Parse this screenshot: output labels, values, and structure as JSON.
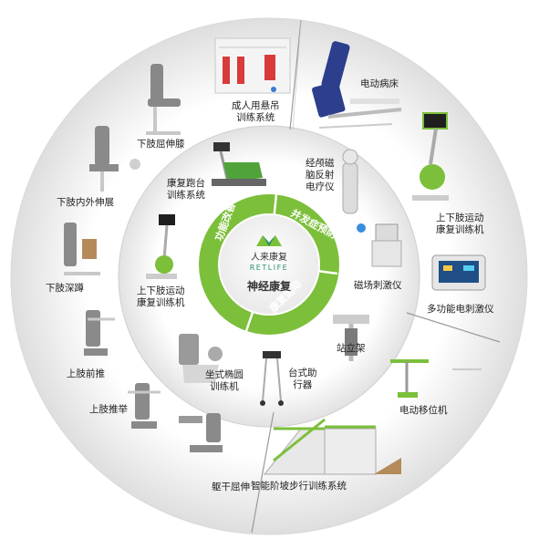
{
  "center": {
    "brand_cn": "人来康复",
    "brand_en": "RETLIFE",
    "title": "神经康复",
    "ring_segments": [
      "功能改善",
      "并发症预防",
      "康复运动"
    ]
  },
  "equipment": [
    {
      "id": "adult-suspension",
      "label": "成人用悬吊\n训练系统"
    },
    {
      "id": "electric-bed",
      "label": "电动病床"
    },
    {
      "id": "lower-limb-flexion",
      "label": "下肢屈伸膝"
    },
    {
      "id": "rehab-treadmill",
      "label": "康复跑台\n训练系统"
    },
    {
      "id": "tms-device",
      "label": "经颅磁\n脑反射\n电疗仪"
    },
    {
      "id": "limb-trainer-large",
      "label": "上下肢运动\n康复训练机"
    },
    {
      "id": "hip-abduction",
      "label": "下肢内外伸展"
    },
    {
      "id": "limb-trainer-small",
      "label": "上下肢运动\n康复训练机"
    },
    {
      "id": "magnetic-stim",
      "label": "磁场刺激仪"
    },
    {
      "id": "multi-stim",
      "label": "多功能电刺激仪"
    },
    {
      "id": "leg-squat",
      "label": "下肢深蹲"
    },
    {
      "id": "elliptical",
      "label": "坐式椭圆\n训练机"
    },
    {
      "id": "standing-frame",
      "label": "站立架"
    },
    {
      "id": "walker",
      "label": "台式助\n行器"
    },
    {
      "id": "chest-press",
      "label": "上肢前推"
    },
    {
      "id": "electric-lift",
      "label": "电动移位机"
    },
    {
      "id": "shoulder-press",
      "label": "上肢推举"
    },
    {
      "id": "trunk-flexion",
      "label": "躯干屈伸"
    },
    {
      "id": "stair-system",
      "label": "智能阶坡步行训练系统"
    }
  ],
  "colors": {
    "accent_green": "#7cbf3a",
    "ring_outer": "#e6e6e6",
    "ring_inner": "#f2f2f2",
    "divider": "#9a9a9a"
  }
}
